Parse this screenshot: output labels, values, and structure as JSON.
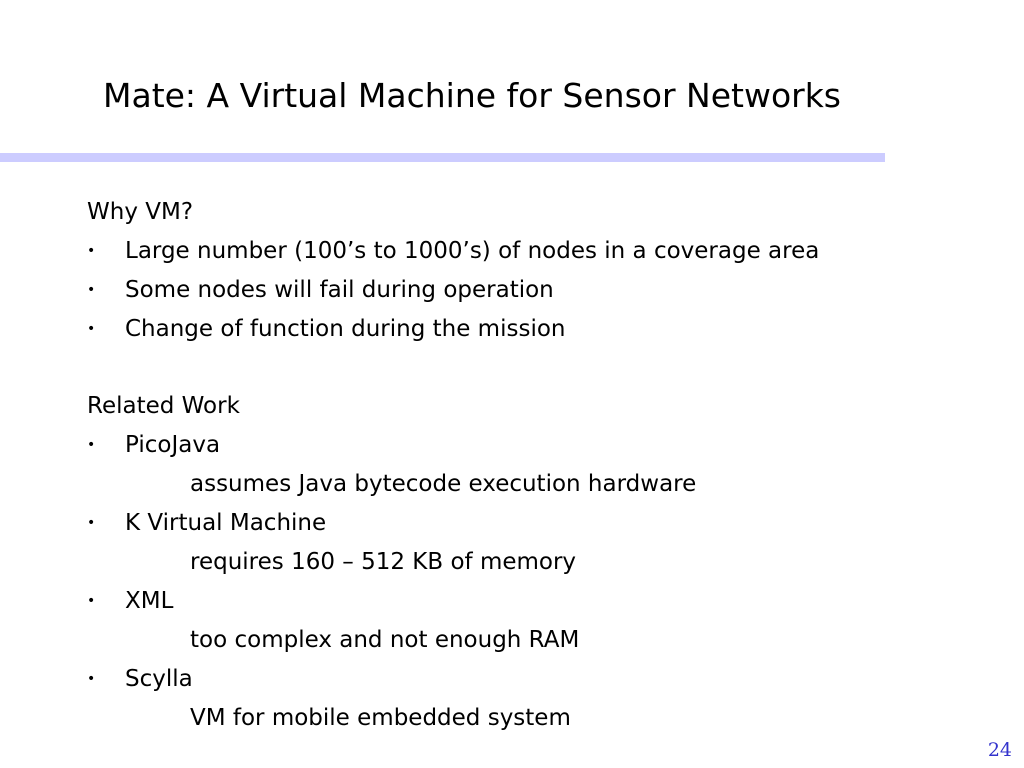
{
  "slide": {
    "title": "Mate: A Virtual Machine for Sensor Networks",
    "page_number": "24",
    "accent_color": "#ccccff",
    "bullet_glyph": "•",
    "sections": {
      "why_vm": {
        "heading": "Why VM?",
        "bullets": [
          "Large number (100’s to 1000’s) of nodes in a coverage area",
          "Some nodes will fail during operation",
          "Change of function during the mission"
        ]
      },
      "related_work": {
        "heading": "Related Work",
        "items": [
          {
            "name": "PicoJava",
            "detail": "assumes Java bytecode execution hardware"
          },
          {
            "name": "K Virtual Machine",
            "detail": "requires 160 – 512 KB of memory"
          },
          {
            "name": "XML",
            "detail": "too complex and not enough RAM"
          },
          {
            "name": "Scylla",
            "detail": "VM for mobile embedded system"
          }
        ]
      }
    }
  }
}
